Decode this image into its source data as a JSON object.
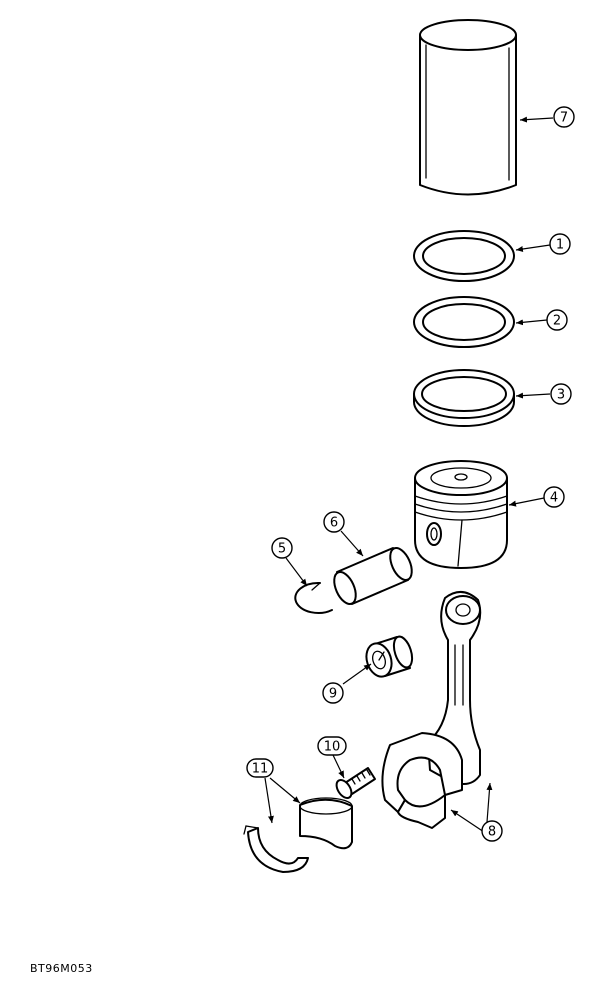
{
  "figure_code": "BT96M053",
  "callouts": [
    {
      "id": "7",
      "part": "cylinder-sleeve"
    },
    {
      "id": "1",
      "part": "piston-ring-top"
    },
    {
      "id": "2",
      "part": "piston-ring-middle"
    },
    {
      "id": "3",
      "part": "piston-ring-oil"
    },
    {
      "id": "4",
      "part": "piston"
    },
    {
      "id": "6",
      "part": "piston-pin"
    },
    {
      "id": "5",
      "part": "retaining-ring"
    },
    {
      "id": "9",
      "part": "pin-bushing"
    },
    {
      "id": "10",
      "part": "rod-bolt"
    },
    {
      "id": "11",
      "part": "rod-bearing-shells"
    },
    {
      "id": "8",
      "part": "connecting-rod"
    }
  ]
}
